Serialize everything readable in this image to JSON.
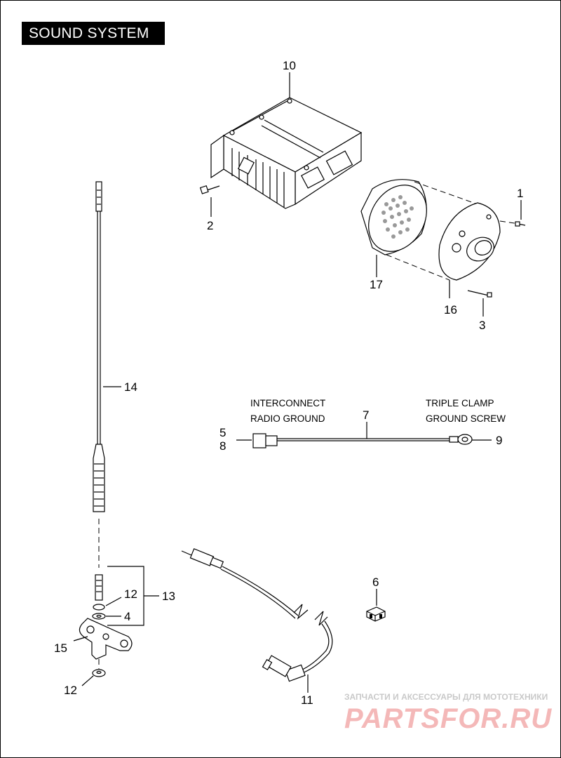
{
  "title": "SOUND SYSTEM",
  "callouts": {
    "c1": "1",
    "c2": "2",
    "c3": "3",
    "c4": "4",
    "c5": "5",
    "c6": "6",
    "c7": "7",
    "c8": "8",
    "c9": "9",
    "c10": "10",
    "c11": "11",
    "c12a": "12",
    "c12b": "12",
    "c13": "13",
    "c14": "14",
    "c15": "15",
    "c16": "16",
    "c17": "17"
  },
  "notes": {
    "left_line1": "INTERCONNECT",
    "left_line2": "RADIO GROUND",
    "right_line1": "TRIPLE CLAMP",
    "right_line2": "GROUND SCREW"
  },
  "watermark": {
    "line1": "ЗАПЧАСТИ И АКСЕССУАРЫ ДЛЯ МОТОТЕХНИКИ",
    "line2": "PARTSFOR.RU"
  }
}
